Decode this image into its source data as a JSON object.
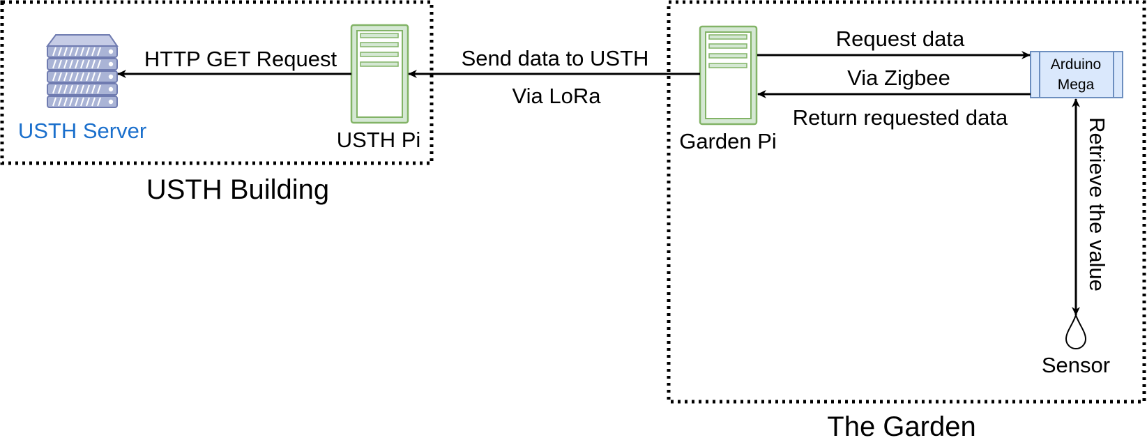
{
  "zones": {
    "usth_building": {
      "title": "USTH Building"
    },
    "garden": {
      "title": "The Garden"
    }
  },
  "nodes": {
    "usth_server": {
      "label": "USTH Server",
      "icon": "server-rack-icon"
    },
    "usth_pi": {
      "label": "USTH Pi",
      "icon": "server-tower-icon"
    },
    "garden_pi": {
      "label": "Garden Pi",
      "icon": "server-tower-icon"
    },
    "arduino": {
      "label_line1": "Arduino",
      "label_line2": "Mega"
    },
    "sensor": {
      "label": "Sensor",
      "icon": "droplet-icon"
    }
  },
  "edges": {
    "http_get": {
      "label": "HTTP GET Request"
    },
    "send_data": {
      "label": "Send data to USTH",
      "sublabel": "Via LoRa"
    },
    "request_data": {
      "label": "Request data"
    },
    "via_zigbee": {
      "label": "Via Zigbee"
    },
    "return_data": {
      "label": "Return requested data"
    },
    "retrieve_value": {
      "label": "Retrieve the value"
    }
  },
  "colors": {
    "server_fill": "#aab4d6",
    "server_stroke": "#6f7bb0",
    "pi_stroke": "#82b366",
    "pi_fill": "#d5e8d4",
    "arduino_fill": "#dae8fc",
    "arduino_stroke": "#6c8ebf",
    "server_label": "#1a6fcc"
  }
}
